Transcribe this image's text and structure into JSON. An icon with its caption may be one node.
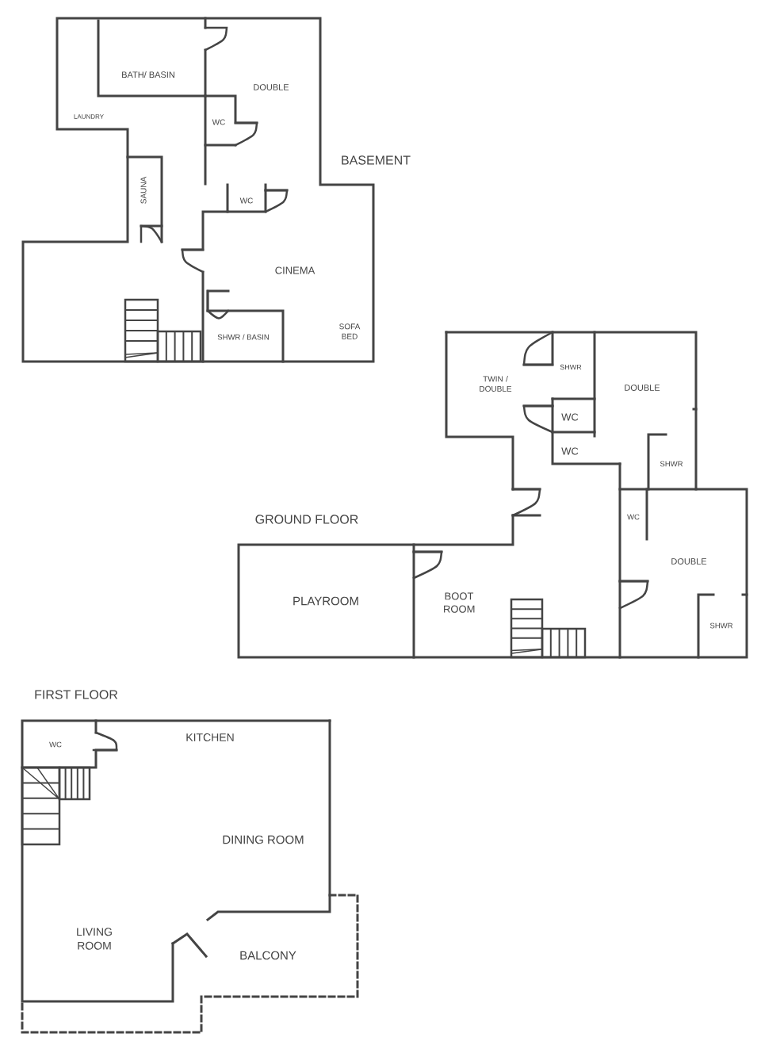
{
  "diagram": {
    "labels": [
      "BATH/ BASIN",
      "DOUBLE",
      "LAUNDRY",
      "WC",
      "BASEMENT",
      "SAUNA",
      "WC",
      "CINEMA",
      "SOFA BED",
      "SHWR / BASIN",
      "SHWR",
      "TWIN / DOUBLE",
      "DOUBLE",
      "WC",
      "WC",
      "SHWR",
      "GROUND FLOOR",
      "WC",
      "DOUBLE",
      "PLAYROOM",
      "BOOT ROOM",
      "SHWR",
      "FIRST FLOOR",
      "WC",
      "KITCHEN",
      "DINING ROOM",
      "LIVING ROOM",
      "BALCONY"
    ]
  }
}
